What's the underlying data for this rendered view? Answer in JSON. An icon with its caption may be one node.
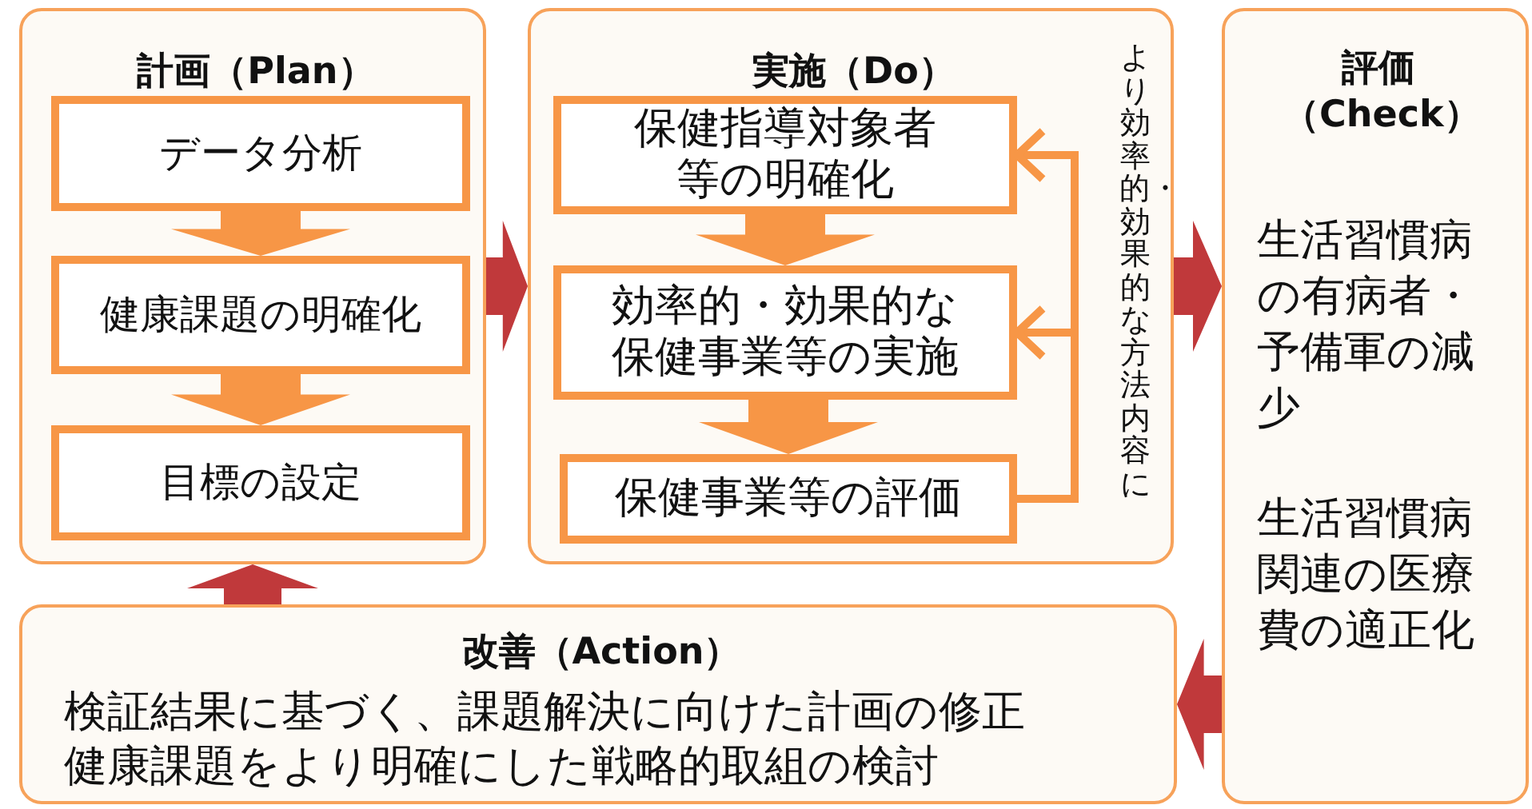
{
  "diagram": {
    "nodes": [
      {
        "text": [
          "計画（Plan）"
        ]
      },
      {
        "text": [
          "データ分析"
        ],
        "in": 0
      },
      {
        "text": [
          "健康課題の明確化"
        ],
        "in": 0
      },
      {
        "text": [
          "目標の設定"
        ],
        "in": 0
      },
      {
        "text": [
          "実施（Do）"
        ]
      },
      {
        "text": [
          "保健指導対象者等の明確化"
        ],
        "in": 4
      },
      {
        "text": [
          "効率的・効果的な保健事業等の実施"
        ],
        "in": 4
      },
      {
        "text": [
          "保健事業等の評価"
        ],
        "in": 4
      },
      {
        "text": [
          "評価（Check）",
          "生活習慣病の有病者・予備軍の減少",
          "生活習慣病関連の医療費の適正化"
        ]
      },
      {
        "text": [
          "改善（Action）",
          "検証結果に基づく、課題解決に向けた計画の修正",
          "健康課題をより明確にした戦略的取組の検討"
        ]
      }
    ],
    "edges": [
      {
        "from": 1,
        "to": 2,
        "arrow": "to",
        "style": "thick"
      },
      {
        "from": 2,
        "to": 3,
        "arrow": "to",
        "style": "thick"
      },
      {
        "from": 5,
        "to": 6,
        "arrow": "to",
        "style": "thick"
      },
      {
        "from": 6,
        "to": 7,
        "arrow": "to",
        "style": "thick"
      },
      {
        "from": 7,
        "to": 5,
        "arrow": "to"
      },
      {
        "from": 7,
        "to": 6,
        "arrow": "to"
      },
      {
        "from": 0,
        "to": 4,
        "arrow": "to",
        "style": "thick",
        "color": "#c0393b"
      },
      {
        "from": 4,
        "to": 8,
        "arrow": "to",
        "style": "thick",
        "color": "#c0393b"
      },
      {
        "from": 8,
        "to": 9,
        "arrow": "to",
        "style": "thick",
        "color": "#c0393b"
      },
      {
        "from": 9,
        "to": 0,
        "arrow": "to",
        "style": "thick",
        "color": "#c0393b"
      }
    ],
    "labels": [
      "より効率的・効果的な方法内容に"
    ]
  }
}
